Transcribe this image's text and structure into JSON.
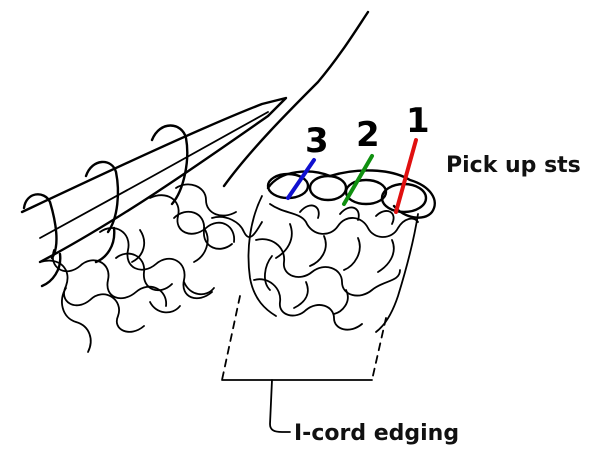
{
  "labels": {
    "pick_up": "Pick up sts",
    "icord": "I-cord edging"
  },
  "markers": [
    {
      "number": "3",
      "color": "#1010d0"
    },
    {
      "number": "2",
      "color": "#109010"
    },
    {
      "number": "1",
      "color": "#e01010"
    }
  ]
}
